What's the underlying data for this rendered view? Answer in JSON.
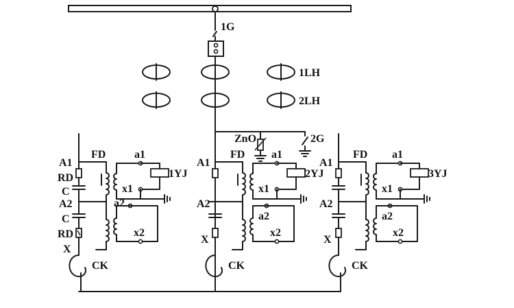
{
  "labels": {
    "isolator_1": "1G",
    "isolator_2": "2G",
    "ct_1": "1LH",
    "ct_2": "2LH",
    "arrester": "ZnO",
    "terminal_a1": "A1",
    "terminal_a2": "A2",
    "fuse": "RD",
    "capacitor": "C",
    "terminal_x": "X",
    "reactor": "CK",
    "discharge_coil": "FD",
    "winding_a1": "a1",
    "winding_a2": "a2",
    "winding_x1": "x1",
    "winding_x2": "x2",
    "relay_1": "1YJ",
    "relay_2": "2YJ",
    "relay_3": "3YJ"
  }
}
